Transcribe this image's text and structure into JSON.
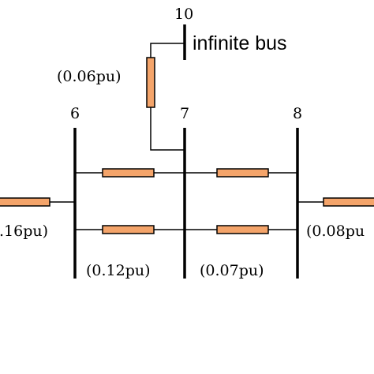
{
  "colors": {
    "line": "#000000",
    "resistor_fill": "#f4a46a",
    "resistor_stroke": "#000000",
    "background": "#ffffff"
  },
  "buses": {
    "bus_10": "10",
    "bus_6": "6",
    "bus_7": "7",
    "bus_8": "8"
  },
  "labels": {
    "infinite_bus": "infinite bus",
    "imp_10_7": "(0.06pu)",
    "imp_left": ".16pu)",
    "imp_6_7": "(0.12pu)",
    "imp_7_8": "(0.07pu)",
    "imp_right": "(0.08pu"
  }
}
